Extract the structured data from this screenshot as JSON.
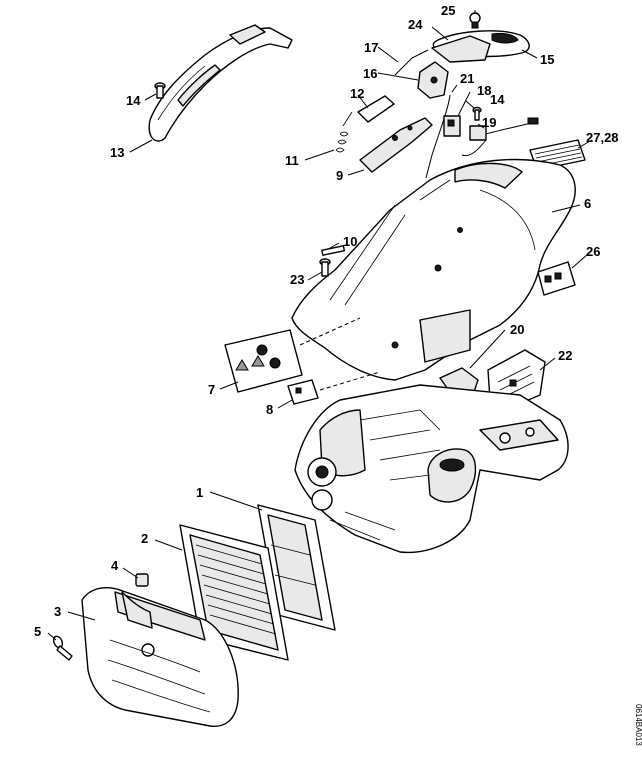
{
  "diagram": {
    "doc_id": "0614BA013",
    "callouts": [
      {
        "id": "c1",
        "label": "1"
      },
      {
        "id": "c2",
        "label": "2"
      },
      {
        "id": "c3",
        "label": "3"
      },
      {
        "id": "c4",
        "label": "4"
      },
      {
        "id": "c5",
        "label": "5"
      },
      {
        "id": "c6",
        "label": "6"
      },
      {
        "id": "c7",
        "label": "7"
      },
      {
        "id": "c8",
        "label": "8"
      },
      {
        "id": "c9",
        "label": "9"
      },
      {
        "id": "c10",
        "label": "10"
      },
      {
        "id": "c11",
        "label": "11"
      },
      {
        "id": "c12",
        "label": "12"
      },
      {
        "id": "c13",
        "label": "13"
      },
      {
        "id": "c14a",
        "label": "14"
      },
      {
        "id": "c14b",
        "label": "14"
      },
      {
        "id": "c15",
        "label": "15"
      },
      {
        "id": "c16",
        "label": "16"
      },
      {
        "id": "c17",
        "label": "17"
      },
      {
        "id": "c18",
        "label": "18"
      },
      {
        "id": "c19",
        "label": "19"
      },
      {
        "id": "c20",
        "label": "20"
      },
      {
        "id": "c21",
        "label": "21"
      },
      {
        "id": "c22",
        "label": "22"
      },
      {
        "id": "c23",
        "label": "23"
      },
      {
        "id": "c24",
        "label": "24"
      },
      {
        "id": "c25",
        "label": "25"
      },
      {
        "id": "c26",
        "label": "26"
      },
      {
        "id": "c2728",
        "label": "27,28"
      }
    ]
  }
}
